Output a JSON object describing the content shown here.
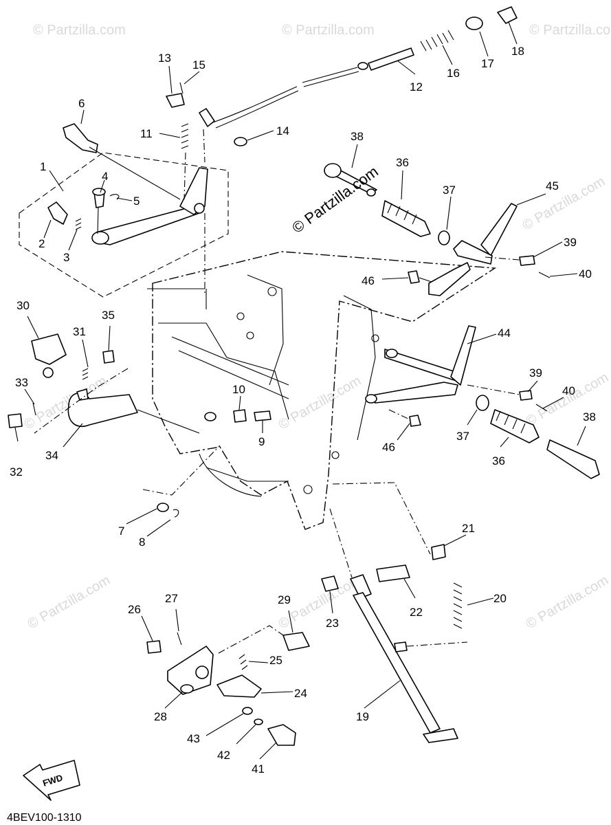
{
  "watermark": {
    "text": "© Partzilla.com"
  },
  "diagram_code": "4BEV100-1310",
  "fwd_label": "FWD",
  "callouts": [
    {
      "id": "c1",
      "label": "1"
    },
    {
      "id": "c2",
      "label": "2"
    },
    {
      "id": "c3",
      "label": "3"
    },
    {
      "id": "c4",
      "label": "4"
    },
    {
      "id": "c5",
      "label": "5"
    },
    {
      "id": "c6",
      "label": "6"
    },
    {
      "id": "c7",
      "label": "7"
    },
    {
      "id": "c8",
      "label": "8"
    },
    {
      "id": "c9",
      "label": "9"
    },
    {
      "id": "c10",
      "label": "10"
    },
    {
      "id": "c11",
      "label": "11"
    },
    {
      "id": "c12",
      "label": "12"
    },
    {
      "id": "c13",
      "label": "13"
    },
    {
      "id": "c14",
      "label": "14"
    },
    {
      "id": "c15",
      "label": "15"
    },
    {
      "id": "c16",
      "label": "16"
    },
    {
      "id": "c17",
      "label": "17"
    },
    {
      "id": "c18",
      "label": "18"
    },
    {
      "id": "c19",
      "label": "19"
    },
    {
      "id": "c20",
      "label": "20"
    },
    {
      "id": "c21",
      "label": "21"
    },
    {
      "id": "c22",
      "label": "22"
    },
    {
      "id": "c23",
      "label": "23"
    },
    {
      "id": "c24",
      "label": "24"
    },
    {
      "id": "c25",
      "label": "25"
    },
    {
      "id": "c26",
      "label": "26"
    },
    {
      "id": "c27",
      "label": "27"
    },
    {
      "id": "c28",
      "label": "28"
    },
    {
      "id": "c29",
      "label": "29"
    },
    {
      "id": "c30",
      "label": "30"
    },
    {
      "id": "c31",
      "label": "31"
    },
    {
      "id": "c32",
      "label": "32"
    },
    {
      "id": "c33",
      "label": "33"
    },
    {
      "id": "c34",
      "label": "34"
    },
    {
      "id": "c35",
      "label": "35"
    },
    {
      "id": "c36a",
      "label": "36"
    },
    {
      "id": "c36b",
      "label": "36"
    },
    {
      "id": "c37a",
      "label": "37"
    },
    {
      "id": "c37b",
      "label": "37"
    },
    {
      "id": "c38a",
      "label": "38"
    },
    {
      "id": "c38b",
      "label": "38"
    },
    {
      "id": "c39a",
      "label": "39"
    },
    {
      "id": "c39b",
      "label": "39"
    },
    {
      "id": "c40a",
      "label": "40"
    },
    {
      "id": "c40b",
      "label": "40"
    },
    {
      "id": "c41",
      "label": "41"
    },
    {
      "id": "c42",
      "label": "42"
    },
    {
      "id": "c43",
      "label": "43"
    },
    {
      "id": "c44",
      "label": "44"
    },
    {
      "id": "c45",
      "label": "45"
    },
    {
      "id": "c46a",
      "label": "46"
    },
    {
      "id": "c46b",
      "label": "46"
    }
  ]
}
